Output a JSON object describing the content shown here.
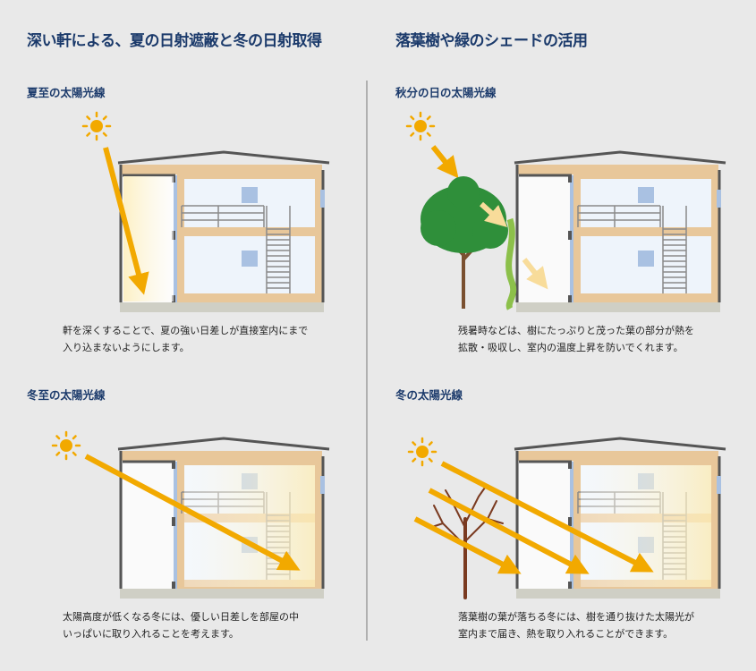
{
  "left_column": {
    "title": "深い軒による、夏の日射遮蔽と冬の日射取得",
    "summer": {
      "heading": "夏至の太陽光線",
      "caption_lines": [
        "軒を深くすることで、夏の強い日差しが直接室内にまで",
        "入り込まないようにします。"
      ]
    },
    "winter": {
      "heading": "冬至の太陽光線",
      "caption_lines": [
        "太陽高度が低くなる冬には、優しい日差しを部屋の中",
        "いっぱいに取り入れることを考えます。"
      ]
    }
  },
  "right_column": {
    "title": "落葉樹や緑のシェードの活用",
    "autumn": {
      "heading": "秋分の日の太陽光線",
      "caption_lines": [
        "残暑時などは、樹にたっぷりと茂った葉の部分が熱を",
        "拡散・吸収し、室内の温度上昇を防いでくれます。"
      ]
    },
    "winter": {
      "heading": "冬の太陽光線",
      "caption_lines": [
        "落葉樹の葉が落ちる冬には、樹を通り抜けた太陽光が",
        "室内まで届き、熱を取り入れることができます。"
      ]
    }
  },
  "colors": {
    "title": "#1b3a6b",
    "sun": "#f2a900",
    "frame": "#e8c79a",
    "room": "#eef4fb",
    "tree": "#2f8f3a"
  }
}
